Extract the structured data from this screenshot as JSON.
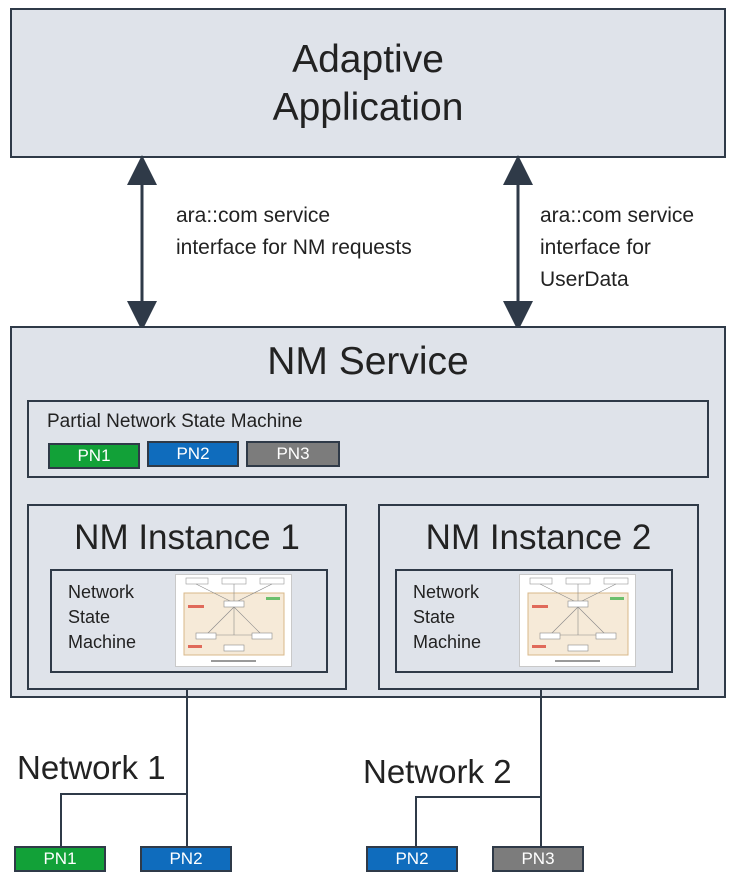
{
  "app": {
    "title_line1": "Adaptive",
    "title_line2": "Application"
  },
  "interfaces": {
    "left_line1": "ara::com service",
    "left_line2": "interface for NM  requests",
    "right_line1": "ara::com service",
    "right_line2": "interface for",
    "right_line3": "UserData"
  },
  "nm_service": {
    "title": "NM Service",
    "pnsm": {
      "title": "Partial Network State Machine",
      "chips": [
        {
          "label": "PN1",
          "color": "#12a138"
        },
        {
          "label": "PN2",
          "color": "#0f6cbd"
        },
        {
          "label": "PN3",
          "color": "#7c7c7c"
        }
      ]
    },
    "instances": [
      {
        "title": "NM Instance  1",
        "nsm_line1": "Network",
        "nsm_line2": "State",
        "nsm_line3": "Machine"
      },
      {
        "title": "NM Instance  2",
        "nsm_line1": "Network",
        "nsm_line2": "State",
        "nsm_line3": "Machine"
      }
    ]
  },
  "networks": [
    {
      "label": "Network 1",
      "nodes": [
        {
          "label": "PN1",
          "color": "#12a138"
        },
        {
          "label": "PN2",
          "color": "#0f6cbd"
        }
      ]
    },
    {
      "label": "Network 2",
      "nodes": [
        {
          "label": "PN2",
          "color": "#0f6cbd"
        },
        {
          "label": "PN3",
          "color": "#7c7c7c"
        }
      ]
    }
  ]
}
